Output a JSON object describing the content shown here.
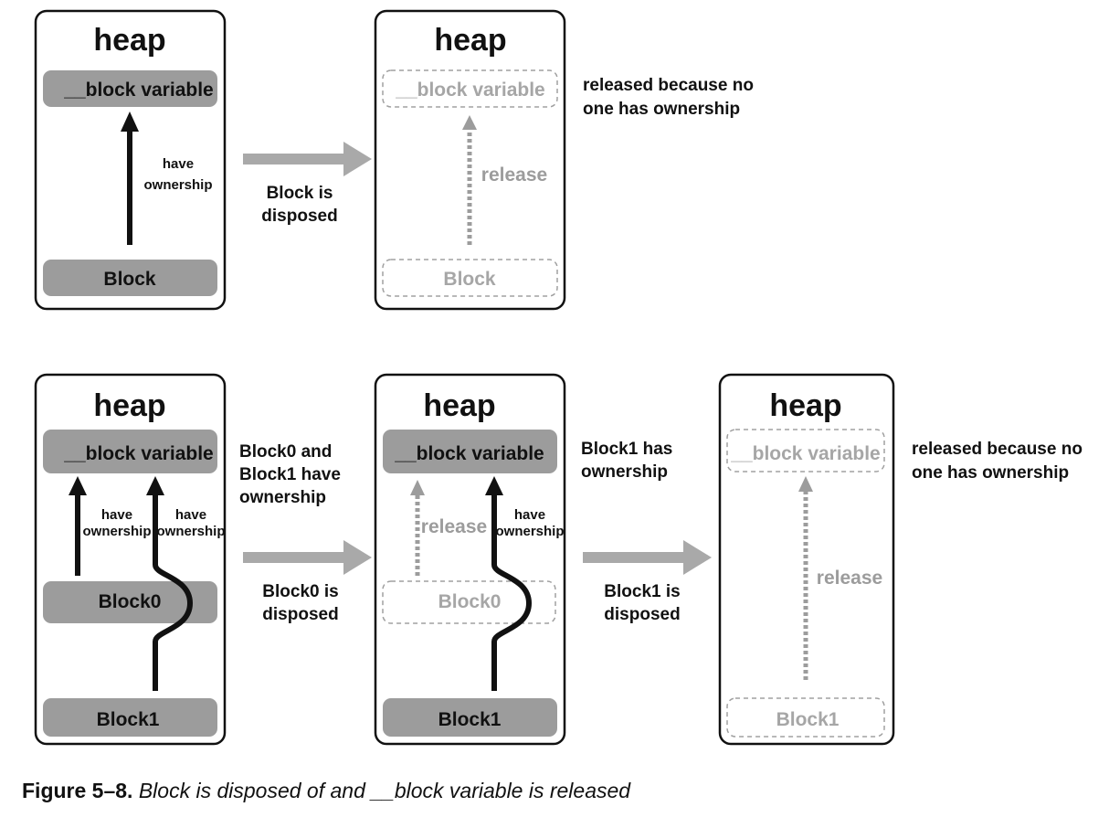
{
  "panels": {
    "p1": {
      "heap_title": "heap",
      "var_label": "__block variable",
      "block_label": "Block",
      "edge_label_line1": "have",
      "edge_label_line2": "ownership"
    },
    "p2": {
      "heap_title": "heap",
      "var_label": "__block variable",
      "block_label": "Block",
      "edge_label": "release"
    },
    "p3": {
      "heap_title": "heap",
      "var_label": "__block variable",
      "block0_label": "Block0",
      "block1_label": "Block1",
      "edge_label_line1": "have",
      "edge_label_line2": "ownership"
    },
    "p4": {
      "heap_title": "heap",
      "var_label": "__block variable",
      "block0_label": "Block0",
      "block1_label": "Block1",
      "release_label": "release",
      "edge_label_line1": "have",
      "edge_label_line2": "ownership"
    },
    "p5": {
      "heap_title": "heap",
      "var_label": "__block variable",
      "block1_label": "Block1",
      "edge_label": "release"
    }
  },
  "transitions": {
    "t1": {
      "line1": "Block is",
      "line2": "disposed"
    },
    "t2": {
      "line1": "Block0 is",
      "line2": "disposed"
    },
    "t3": {
      "line1": "Block1 is",
      "line2": "disposed"
    }
  },
  "notes": {
    "n1": {
      "line1": "released because no",
      "line2": "one has ownership"
    },
    "n2": {
      "line1": "Block0 and",
      "line2": "Block1 have",
      "line3": "ownership"
    },
    "n3": {
      "line1": "Block1 has",
      "line2": "ownership"
    },
    "n4": {
      "line1": "released because no",
      "line2": "one has ownership"
    }
  },
  "caption": {
    "number": "Figure 5–8.",
    "text": "Block is disposed of and __block variable is released"
  },
  "colors": {
    "solid_box": "#9c9c9c",
    "ghost_stroke": "#a0a0a0",
    "arrow_gray": "#a9a9a9",
    "ink": "#111111"
  }
}
